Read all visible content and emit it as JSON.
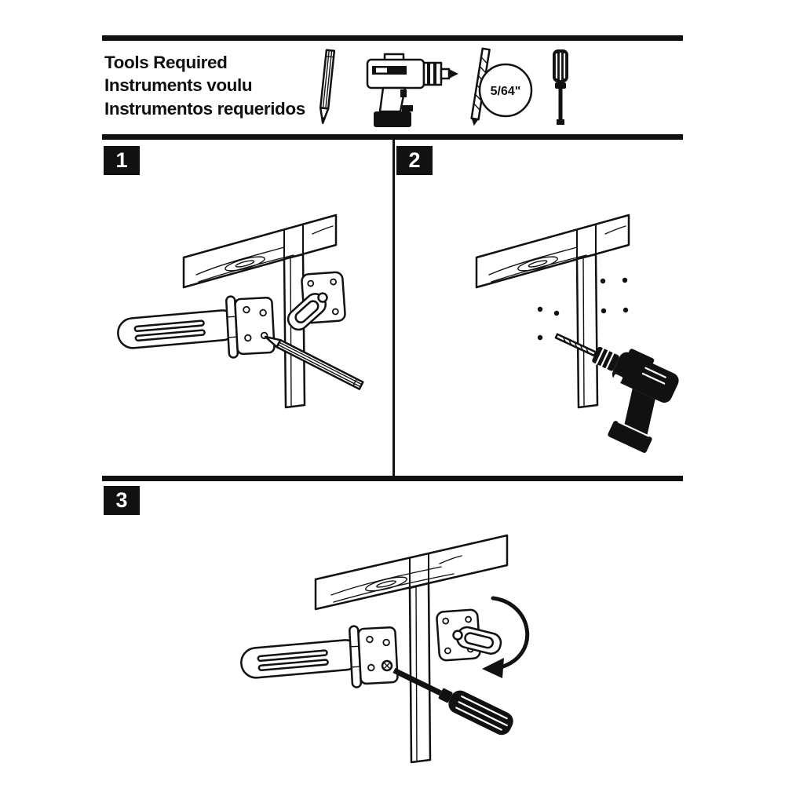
{
  "header": {
    "title_line1": "Tools Required",
    "title_line2": "Instruments voulu",
    "title_line3": "Instrumentos requeridos",
    "drill_bit_size": "5/64\"",
    "tools": [
      "pencil",
      "cordless drill",
      "5/64 inch drill bit",
      "screwdriver"
    ]
  },
  "steps": [
    {
      "number": "1",
      "illustration": "mark-holes-with-pencil"
    },
    {
      "number": "2",
      "illustration": "drill-pilot-holes"
    },
    {
      "number": "3",
      "illustration": "fasten-hasp-with-screwdriver"
    }
  ],
  "colors": {
    "ink": "#111111",
    "paper": "#ffffff"
  }
}
